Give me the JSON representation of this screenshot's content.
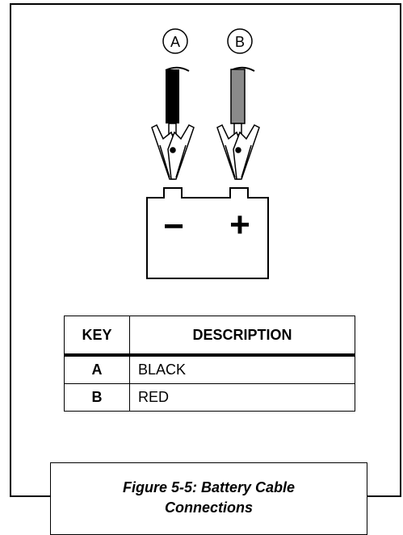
{
  "cables": [
    {
      "letter": "A",
      "shade": "#000000"
    },
    {
      "letter": "B",
      "shade": "#8a8a8a"
    }
  ],
  "battery": {
    "negative": "−",
    "positive": "+"
  },
  "table": {
    "headers": {
      "key": "KEY",
      "description": "DESCRIPTION"
    },
    "rows": [
      {
        "key": "A",
        "description": "BLACK"
      },
      {
        "key": "B",
        "description": "RED"
      }
    ]
  },
  "caption": {
    "line1": "Figure 5-5: Battery Cable",
    "line2": "Connections"
  }
}
